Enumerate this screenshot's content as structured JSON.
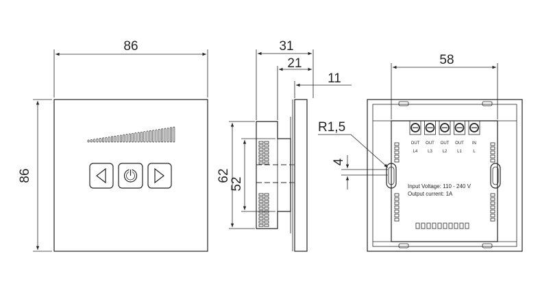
{
  "front": {
    "width_label": "86",
    "height_label": "86"
  },
  "side": {
    "depth_total_label": "31",
    "depth_body_label": "21",
    "plate_label": "11",
    "height_outer_label": "62",
    "height_inner_label": "52"
  },
  "back": {
    "width_label": "58",
    "radius_label": "R1,5",
    "slot_label": "4",
    "terminals": [
      {
        "top": "OUT",
        "bottom": "L4"
      },
      {
        "top": "OUT",
        "bottom": "L3"
      },
      {
        "top": "OUT",
        "bottom": "L2"
      },
      {
        "top": "OUT",
        "bottom": "L1"
      },
      {
        "top": "IN",
        "bottom": "L"
      }
    ],
    "input_voltage": "Input Voltage: 110 - 240 V",
    "output_current": "Output current: 1A"
  },
  "icons": {
    "left": "left-arrow-icon",
    "power": "power-icon",
    "right": "right-arrow-icon"
  }
}
